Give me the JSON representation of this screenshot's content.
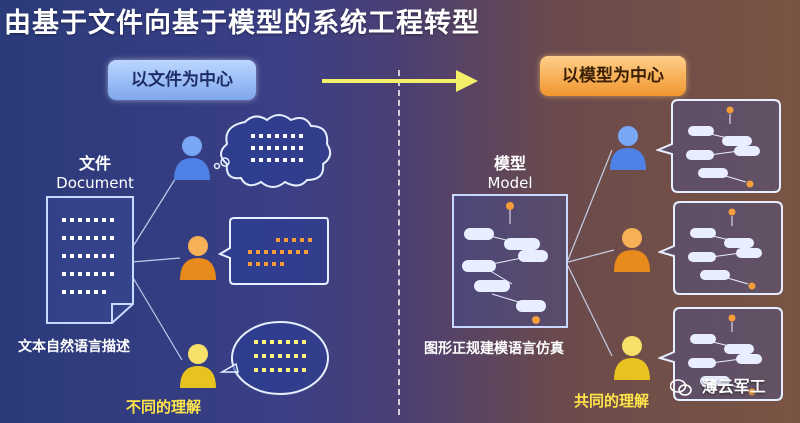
{
  "title": "由基于文件向基于模型的系统工程转型",
  "left": {
    "badge": "以文件为中心",
    "doc_title_zh": "文件",
    "doc_title_en": "Document",
    "caption_bottom": "文本自然语言描述",
    "caption_result": "不同的理解"
  },
  "right": {
    "badge": "以模型为中心",
    "model_title_zh": "模型",
    "model_title_en": "Model",
    "caption_bottom": "图形正规建模语言仿真",
    "caption_result": "共同的理解"
  },
  "watermark": "薄云军工",
  "icons": {
    "arrow": "right-arrow-icon",
    "person": "person-icon",
    "cloud": "thought-cloud-icon",
    "speech": "speech-bubble-icon",
    "flowchart": "model-flowchart-icon",
    "wechat": "wechat-icon"
  },
  "colors": {
    "arrow": "#f4f06a",
    "person_blue": "#5a8ef0",
    "person_orange": "#f0982c",
    "person_yellow": "#f2d23a",
    "result_text": "#ffe54a",
    "left_badge": "#8fb3f2",
    "right_badge": "#f0962e"
  }
}
